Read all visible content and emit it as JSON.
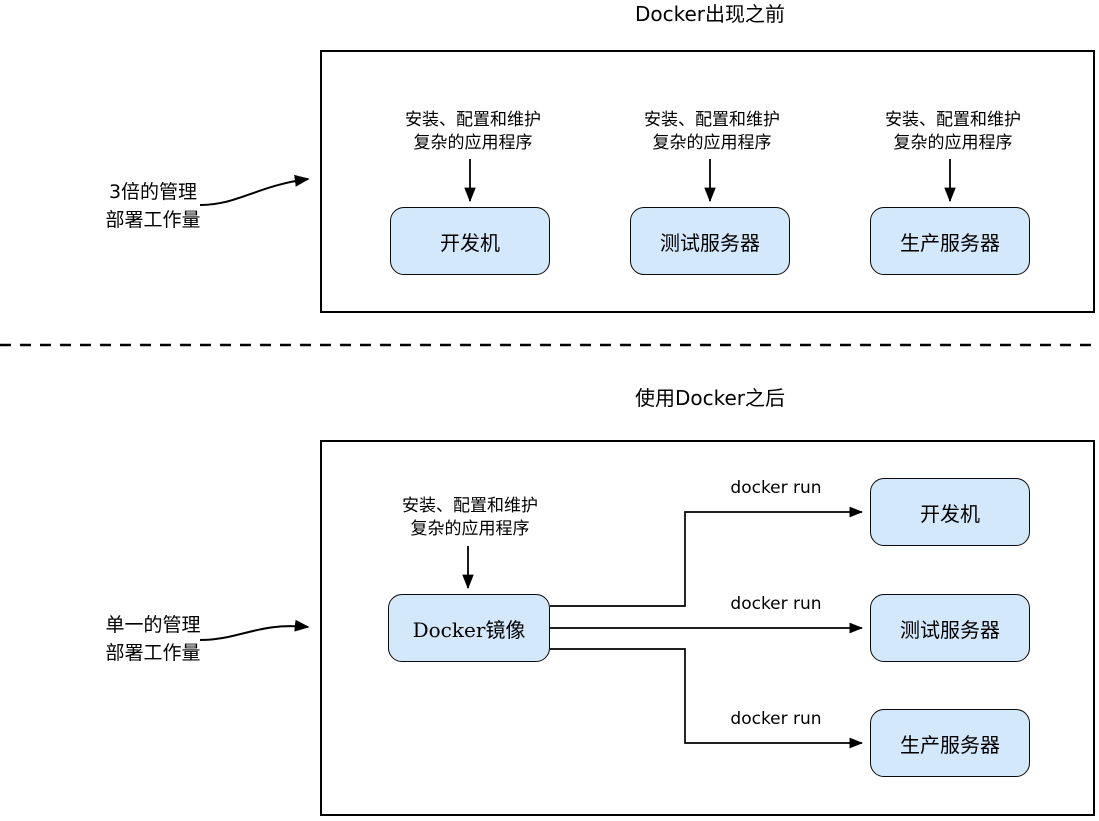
{
  "diagram": {
    "title_top": "Docker出现之前",
    "title_bottom": "使用Docker之后",
    "divider": "dashed-horizontal-rule",
    "colors": {
      "node_fill": "#d4e8fc",
      "node_stroke": "#0a0a0a",
      "frame_stroke": "#000000",
      "background": "#ffffff"
    }
  },
  "top_section": {
    "title": "Docker出现之前",
    "side_label_line1": "3倍的管理",
    "side_label_line2": "部署工作量",
    "annotations": [
      {
        "line1": "安装、配置和维护",
        "line2": "复杂的应用程序"
      },
      {
        "line1": "安装、配置和维护",
        "line2": "复杂的应用程序"
      },
      {
        "line1": "安装、配置和维护",
        "line2": "复杂的应用程序"
      }
    ],
    "nodes": [
      {
        "label": "开发机"
      },
      {
        "label": "测试服务器"
      },
      {
        "label": "生产服务器"
      }
    ]
  },
  "bottom_section": {
    "title": "使用Docker之后",
    "side_label_line1": "单一的管理",
    "side_label_line2": "部署工作量",
    "annotation": {
      "line1": "安装、配置和维护",
      "line2": "复杂的应用程序"
    },
    "source_node": {
      "label": "Docker镜像"
    },
    "edges": [
      {
        "label": "docker run"
      },
      {
        "label": "docker run"
      },
      {
        "label": "docker run"
      }
    ],
    "nodes": [
      {
        "label": "开发机"
      },
      {
        "label": "测试服务器"
      },
      {
        "label": "生产服务器"
      }
    ]
  }
}
